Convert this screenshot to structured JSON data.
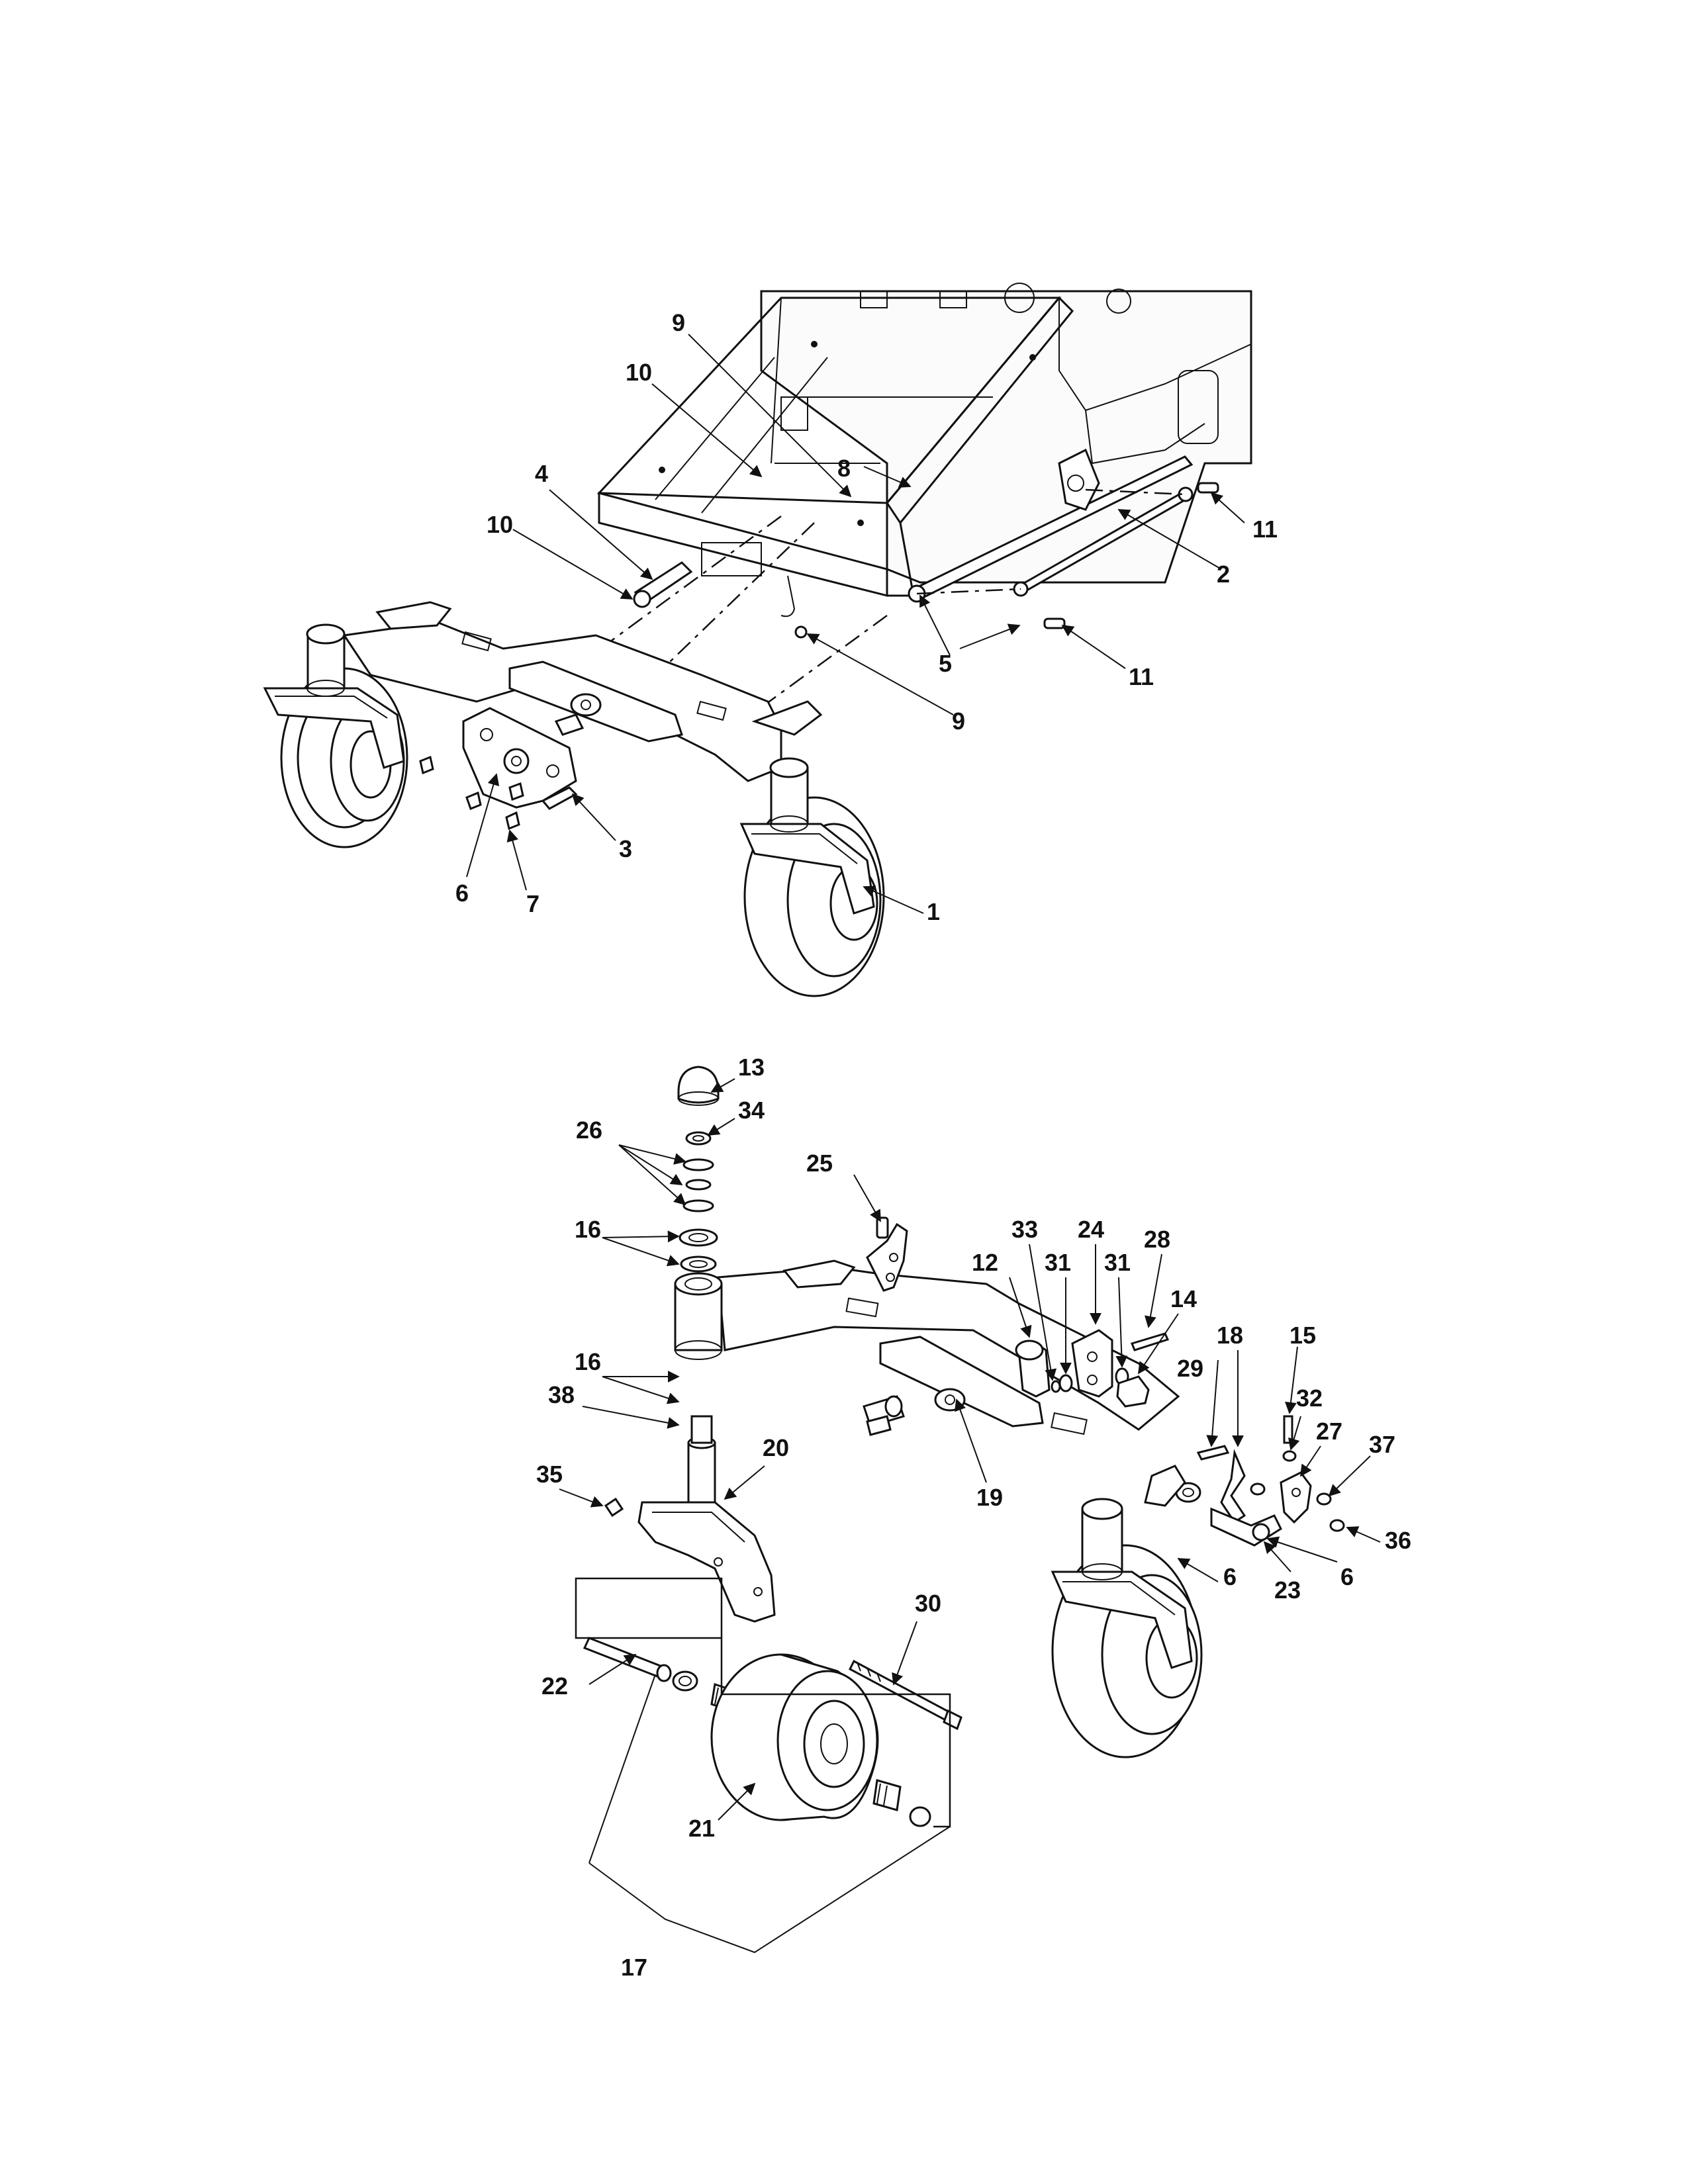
{
  "diagram": {
    "upper_callouts": [
      {
        "id": "c-9a",
        "text": "9"
      },
      {
        "id": "c-10a",
        "text": "10"
      },
      {
        "id": "c-8",
        "text": "8"
      },
      {
        "id": "c-4",
        "text": "4"
      },
      {
        "id": "c-10b",
        "text": "10"
      },
      {
        "id": "c-11a",
        "text": "11"
      },
      {
        "id": "c-2",
        "text": "2"
      },
      {
        "id": "c-5",
        "text": "5"
      },
      {
        "id": "c-11b",
        "text": "11"
      },
      {
        "id": "c-9b",
        "text": "9"
      },
      {
        "id": "c-3",
        "text": "3"
      },
      {
        "id": "c-6a",
        "text": "6"
      },
      {
        "id": "c-7",
        "text": "7"
      },
      {
        "id": "c-1",
        "text": "1"
      }
    ],
    "lower_callouts": [
      {
        "id": "c-13",
        "text": "13"
      },
      {
        "id": "c-34",
        "text": "34"
      },
      {
        "id": "c-26",
        "text": "26"
      },
      {
        "id": "c-25",
        "text": "25"
      },
      {
        "id": "c-33",
        "text": "33"
      },
      {
        "id": "c-24",
        "text": "24"
      },
      {
        "id": "c-28",
        "text": "28"
      },
      {
        "id": "c-16a",
        "text": "16"
      },
      {
        "id": "c-12",
        "text": "12"
      },
      {
        "id": "c-31a",
        "text": "31"
      },
      {
        "id": "c-31b",
        "text": "31"
      },
      {
        "id": "c-14",
        "text": "14"
      },
      {
        "id": "c-18",
        "text": "18"
      },
      {
        "id": "c-15",
        "text": "15"
      },
      {
        "id": "c-16b",
        "text": "16"
      },
      {
        "id": "c-29",
        "text": "29"
      },
      {
        "id": "c-32",
        "text": "32"
      },
      {
        "id": "c-38",
        "text": "38"
      },
      {
        "id": "c-27",
        "text": "27"
      },
      {
        "id": "c-37",
        "text": "37"
      },
      {
        "id": "c-20",
        "text": "20"
      },
      {
        "id": "c-35",
        "text": "35"
      },
      {
        "id": "c-19",
        "text": "19"
      },
      {
        "id": "c-36",
        "text": "36"
      },
      {
        "id": "c-6b",
        "text": "6"
      },
      {
        "id": "c-23",
        "text": "23"
      },
      {
        "id": "c-6c",
        "text": "6"
      },
      {
        "id": "c-30",
        "text": "30"
      },
      {
        "id": "c-22",
        "text": "22"
      },
      {
        "id": "c-21",
        "text": "21"
      },
      {
        "id": "c-17",
        "text": "17"
      }
    ]
  }
}
